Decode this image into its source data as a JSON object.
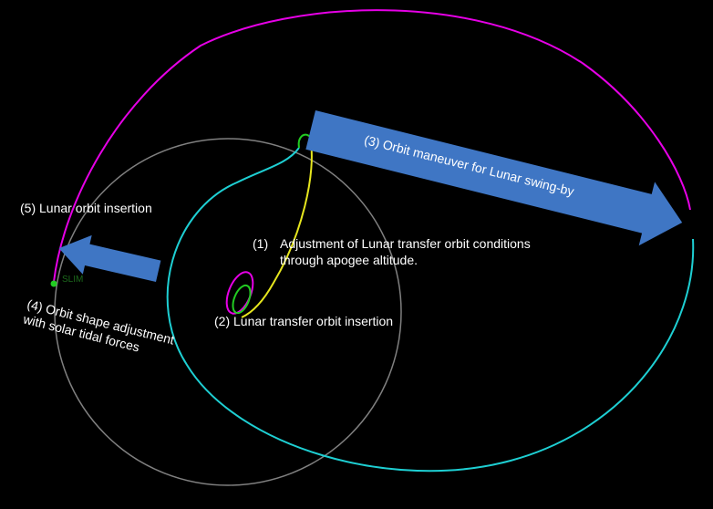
{
  "labels": {
    "step1_number": "(1)",
    "step1_line1": "Adjustment of Lunar transfer orbit conditions",
    "step1_line2": "through apogee altitude.",
    "step2": "(2) Lunar transfer orbit insertion",
    "step3": "(3) Orbit maneuver for Lunar swing-by",
    "step4_line1": "(4) Orbit shape adjustment",
    "step4_line2": "with solar tidal forces",
    "step5": "(5) Lunar orbit insertion",
    "moon_marker": "SLIM"
  },
  "colors": {
    "background": "#000000",
    "lunar_orbit_circle": "#808080",
    "magenta_orbit": "#e600e6",
    "cyan_orbit": "#1ecfd3",
    "yellow_transfer": "#e6e61e",
    "green_segment": "#22cc22",
    "arrow_fill": "#3f76c4",
    "text": "#ffffff"
  }
}
